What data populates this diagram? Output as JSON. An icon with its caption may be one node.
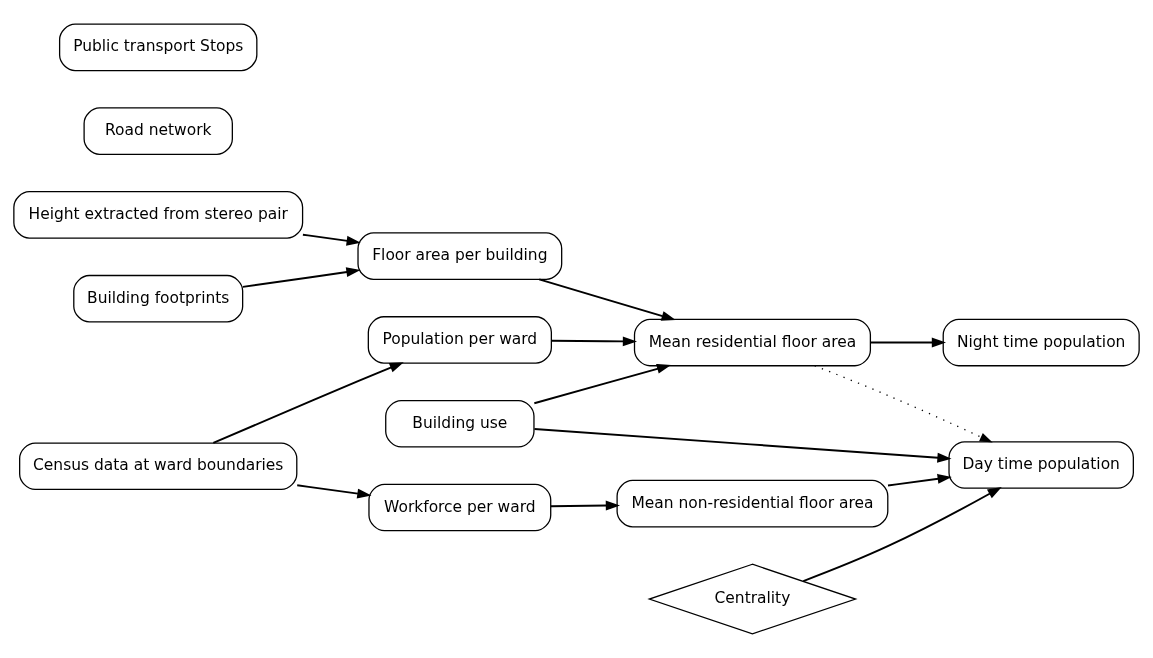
{
  "diagram": {
    "nodes": [
      {
        "text": [
          "Height extracted from stereo pair"
        ]
      },
      {
        "text": [
          "Building footprints"
        ]
      },
      {
        "text": [
          "Floor area per building"
        ]
      },
      {
        "text": [
          "Building use"
        ]
      },
      {
        "text": [
          "Census data at ward boundaries"
        ]
      },
      {
        "text": [
          "Population per ward"
        ]
      },
      {
        "text": [
          "Mean residential floor area"
        ]
      },
      {
        "text": [
          "Night time population"
        ]
      },
      {
        "text": [
          "Workforce per ward"
        ]
      },
      {
        "text": [
          "Mean non-residential floor area"
        ]
      },
      {
        "text": [
          "Day time population"
        ]
      },
      {
        "text": [
          "Road network"
        ]
      },
      {
        "text": [
          "Centrality"
        ]
      },
      {
        "text": [
          "Public transport Stops"
        ]
      }
    ],
    "edges": [
      {
        "from": 0,
        "to": 2,
        "arrow": "to"
      },
      {
        "from": 1,
        "to": 2,
        "arrow": "to"
      },
      {
        "from": 2,
        "to": 6,
        "arrow": "to"
      },
      {
        "from": 3,
        "to": 6,
        "arrow": "to"
      },
      {
        "from": 4,
        "to": 5,
        "arrow": "to"
      },
      {
        "from": 4,
        "to": 8,
        "arrow": "to"
      },
      {
        "from": 5,
        "to": 6,
        "arrow": "to"
      },
      {
        "from": 6,
        "to": 7,
        "arrow": "to"
      },
      {
        "from": 6,
        "to": 10,
        "arrow": "to",
        "style": "dashed"
      },
      {
        "from": 8,
        "to": 9,
        "arrow": "to"
      },
      {
        "from": 9,
        "to": 10,
        "arrow": "to"
      },
      {
        "from": 3,
        "to": 10,
        "arrow": "to"
      },
      {
        "from": 12,
        "to": 10,
        "arrow": "to"
      }
    ]
  }
}
